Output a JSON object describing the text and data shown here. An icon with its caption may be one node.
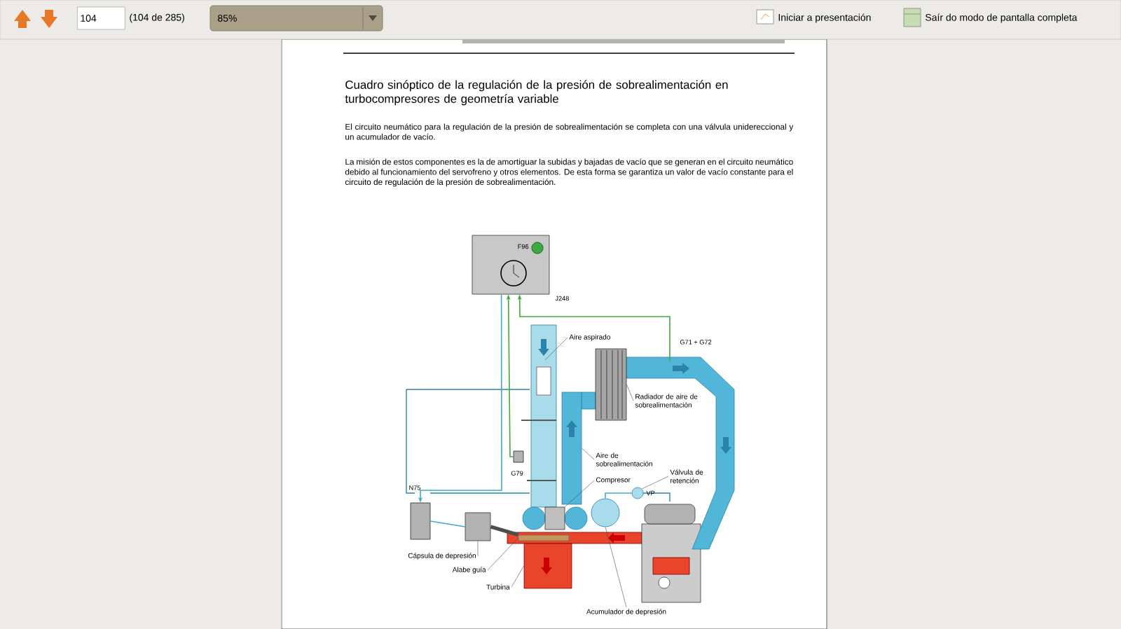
{
  "diagram": {
    "title": "Cuadro sinóptico de la regulación de la presión de sobrealimentación en turbocompresores de geometría variable",
    "nodes": [
      {
        "text": [
          "F96"
        ],
        "beside": [
          "J248"
        ]
      },
      {
        "text": [],
        "shape": "box",
        "beside": [
          "G79"
        ]
      },
      {
        "text": [],
        "shape": "box",
        "beside": [
          "G71 + G72"
        ]
      },
      {
        "text": [],
        "shape": "box",
        "beside": [
          "N75"
        ]
      },
      {
        "text": [
          "Aire aspirado"
        ]
      },
      {
        "text": [
          "Radiador de aire de sobrealimentación"
        ]
      },
      {
        "text": [
          "Aire de sobrealimentación"
        ]
      },
      {
        "text": [
          "Compresor"
        ]
      },
      {
        "text": [
          "Válvula de retención"
        ]
      },
      {
        "text": [
          "Cápsula de depresión"
        ]
      },
      {
        "text": [
          "Alabe guía"
        ]
      },
      {
        "text": [
          "Turbina"
        ]
      },
      {
        "text": [
          "Acumulador de depresión"
        ]
      },
      {
        "text": [],
        "shape": "pipe"
      },
      {
        "text": [],
        "shape": "circle"
      },
      {
        "text": [],
        "shape": "circle"
      },
      {
        "text": [],
        "shape": "box"
      },
      {
        "text": [],
        "shape": "box"
      },
      {
        "text": [],
        "shape": "box"
      },
      {
        "text": [],
        "shape": "box"
      },
      {
        "text": [],
        "shape": "box"
      }
    ],
    "edges": [
      {
        "from": 1,
        "to": 0,
        "arrow": "to",
        "color": "#3cab3c"
      },
      {
        "from": 2,
        "to": 0,
        "arrow": "to",
        "color": "#3cab3c"
      },
      {
        "from": 0,
        "to": 3,
        "arrow": "to",
        "color": "#3fa9d0"
      },
      {
        "from": 4,
        "to": null,
        "arrow": "none"
      },
      {
        "from": 5,
        "to": 18,
        "arrow": "none"
      },
      {
        "from": 6,
        "to": 13,
        "arrow": "none"
      },
      {
        "from": 7,
        "to": 17,
        "arrow": "none"
      },
      {
        "from": 8,
        "to": 14,
        "arrow": "none"
      },
      {
        "from": 9,
        "to": 16,
        "arrow": "none"
      },
      {
        "from": 10,
        "to": 20,
        "arrow": "none"
      },
      {
        "from": 11,
        "to": 19,
        "arrow": "none"
      },
      {
        "from": 12,
        "to": 15,
        "arrow": "none"
      },
      {
        "from": 3,
        "to": 16,
        "arrow": "none",
        "color": "#3fa9d0"
      },
      {
        "from": 15,
        "to": 14,
        "arrow": "none",
        "color": "#3fa9d0"
      },
      {
        "from": 16,
        "to": 20,
        "arrow": "none",
        "style": "thick",
        "color": "#4d4d4d"
      }
    ],
    "labels": [
      "104",
      "(104 de 285)",
      "85%",
      "Iniciar a presentación",
      "Saír do modo de pantalla completa",
      "El circuito neumático para la regulación de la presión de sobrealimentación se completa con una válvula unidereccional y un acumulador de vacío.",
      "La misión de estos componentes  es la de amortiguar la subidas y bajadas de vacío que se generan en el circuito neumático debido al funcionamiento del servofreno y otros elementos. De esta forma se garantiza un valor de vacío constante para el circuito de regulación de la presión de sobrealimentación.",
      "VP"
    ]
  }
}
